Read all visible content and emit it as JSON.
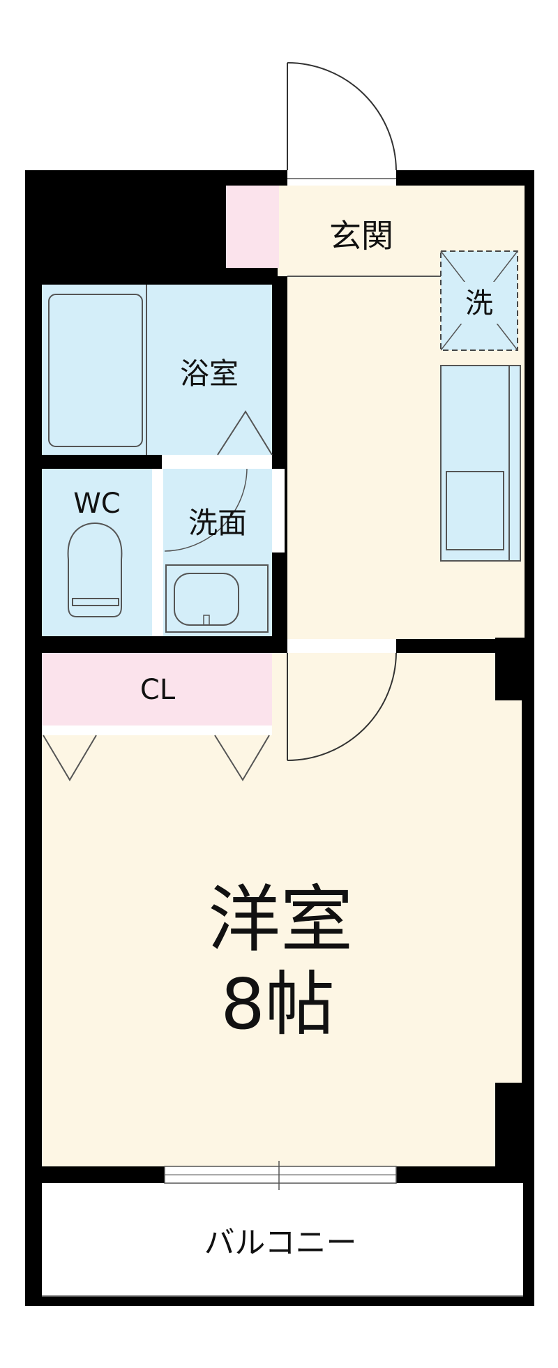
{
  "rooms": {
    "entrance": "玄関",
    "washer": "洗",
    "bath": "浴室",
    "wc": "WC",
    "washroom": "洗面",
    "closet": "CL",
    "western_room": "洋室",
    "western_room_size": "8帖",
    "balcony": "バルコニー"
  },
  "colors": {
    "wall": "#000000",
    "floor_room": "#fdf6e4",
    "floor_wet": "#d4eef9",
    "floor_closet": "#fbe3ec",
    "outline": "#555555"
  }
}
